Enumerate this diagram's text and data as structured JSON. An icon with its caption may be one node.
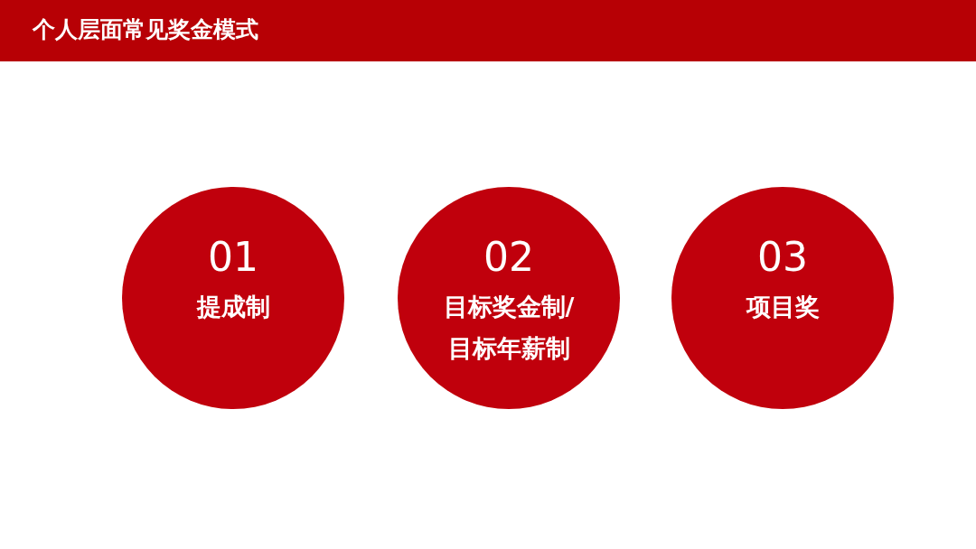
{
  "diagram": {
    "title": "个人层面常见奖金模式",
    "nodes": [
      {
        "text": [
          "01",
          "提成制"
        ]
      },
      {
        "text": [
          "02",
          "目标奖金制/目标年薪制"
        ]
      },
      {
        "text": [
          "03",
          "项目奖"
        ]
      }
    ]
  }
}
